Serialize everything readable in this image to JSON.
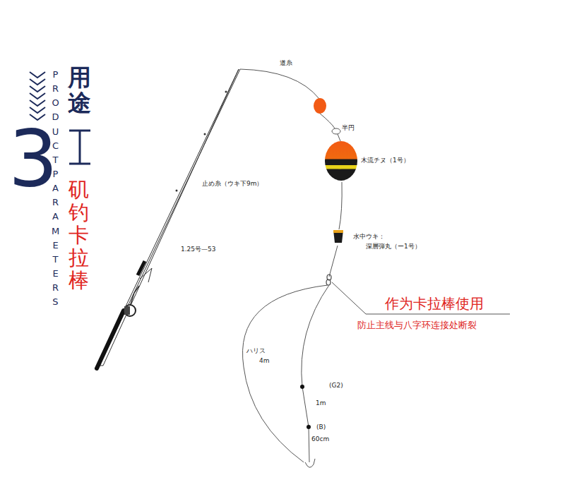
{
  "diagram": {
    "title": "用途",
    "labels": [
      "PRODUCT PARAMETERS",
      "3",
      "矶钓卡拉棒",
      "道糸",
      "半円",
      "木流チヌ（1号）",
      "止め糸（ウキ下9m）",
      "1.25号—53",
      "水中ウキ：",
      "深層弾丸（ー1号）",
      "作为卡拉棒使用",
      "防止主线与八字环连接处断裂",
      "ハリス",
      "4m",
      "(G2)",
      "1m",
      "(B)",
      "60cm"
    ]
  }
}
